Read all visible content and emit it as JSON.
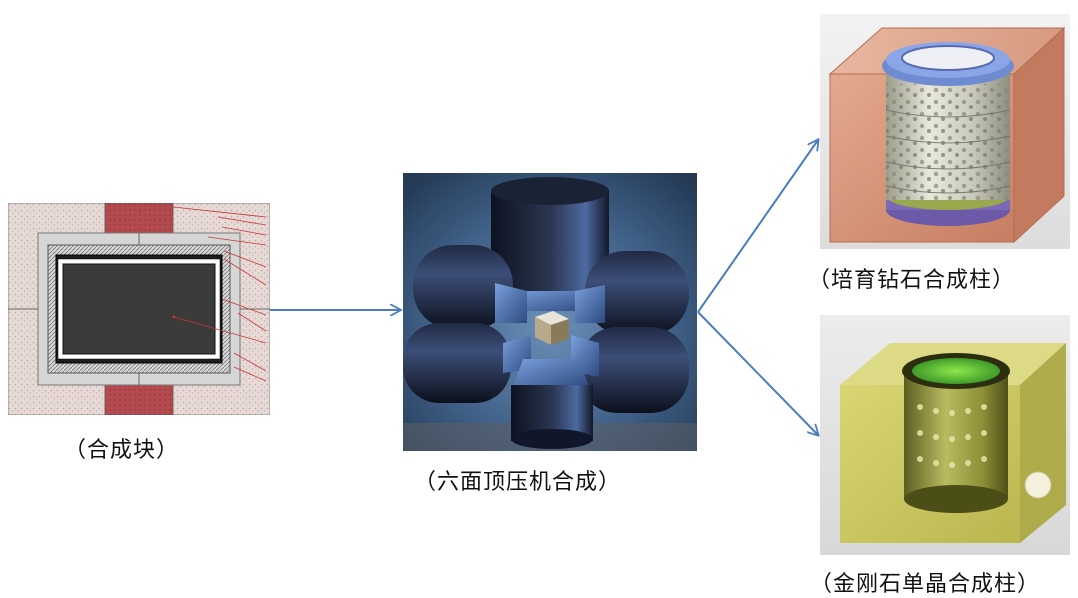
{
  "captions": {
    "block": "（合成块）",
    "press": "（六面顶压机合成）",
    "cultivated": "（培育钻石合成柱）",
    "single_crystal": "（金刚石单晶合成柱）"
  },
  "colors": {
    "arrow": "#4a7cc0",
    "block_frame": "#e3d7d5",
    "block_core": "#3b3b3b",
    "block_red": "#b24a50",
    "press_bg": "#4c6f96",
    "anvil": "#1c2233",
    "cube_orange": "#d89c80",
    "cube_yellow": "#c9c850"
  }
}
